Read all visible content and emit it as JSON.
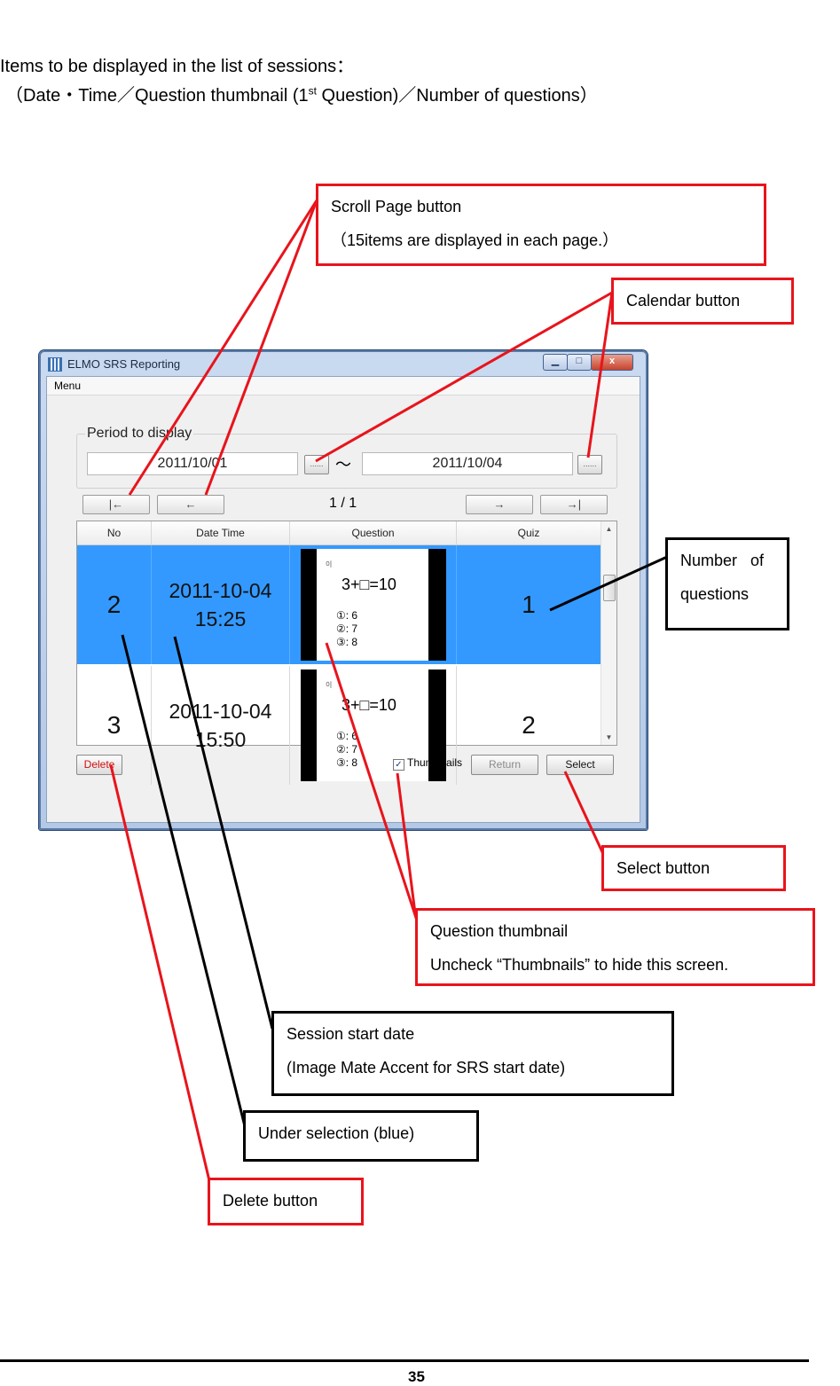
{
  "intro": {
    "line1": "Items to be displayed in the list of sessions：",
    "line2_pre": "（Date・Time／Question thumbnail (1",
    "line2_sup": "st",
    "line2_post": " Question)／Number of questions）"
  },
  "callouts": {
    "scroll_line1": "Scroll Page button",
    "scroll_line2": "（15items are displayed in each page.）",
    "calendar": "Calendar button",
    "numq_line1": "Number   of",
    "numq_line2": "questions",
    "select": "Select button",
    "thumb_line1": "Question thumbnail",
    "thumb_line2": "Uncheck “Thumbnails” to hide this screen.",
    "session_line1": "Session start date",
    "session_line2": "(Image Mate Accent for SRS start date)",
    "under_sel": "Under selection (blue)",
    "delete": "Delete button"
  },
  "window": {
    "title": "ELMO SRS Reporting",
    "menu": "Menu",
    "controls": {
      "min": "▁",
      "max": "□",
      "close": "x"
    },
    "period_label": "Period to display",
    "date_from": "2011/10/01",
    "date_to": "2011/10/04",
    "cal_icon": "......",
    "tilde": "～",
    "nav": {
      "first": "|←",
      "prev": "←",
      "next": "→",
      "last": "→|"
    },
    "page_indicator": "1 / 1",
    "columns": {
      "no": "No",
      "datetime": "Date Time",
      "question": "Question",
      "quiz": "Quiz"
    },
    "rows": [
      {
        "no": "2",
        "date": "2011-10-04",
        "time": "15:25",
        "quiz": "1",
        "selected": true
      },
      {
        "no": "3",
        "date": "2011-10-04",
        "time": "15:50",
        "quiz": "2",
        "selected": false
      }
    ],
    "thumb": {
      "caption": "이",
      "question": "3+□=10",
      "opt1": "①: 6",
      "opt2": "②: 7",
      "opt3": "③: 8"
    },
    "buttons": {
      "delete": "Delete",
      "thumbnails": "Thumbnails",
      "return": "Return",
      "select": "Select"
    },
    "checkmark": "✓",
    "scroll_up": "▲",
    "scroll_down": "▼"
  },
  "page_number": "35",
  "colors": {
    "callout_red": "#e8141c",
    "selection_blue": "#3399ff"
  }
}
